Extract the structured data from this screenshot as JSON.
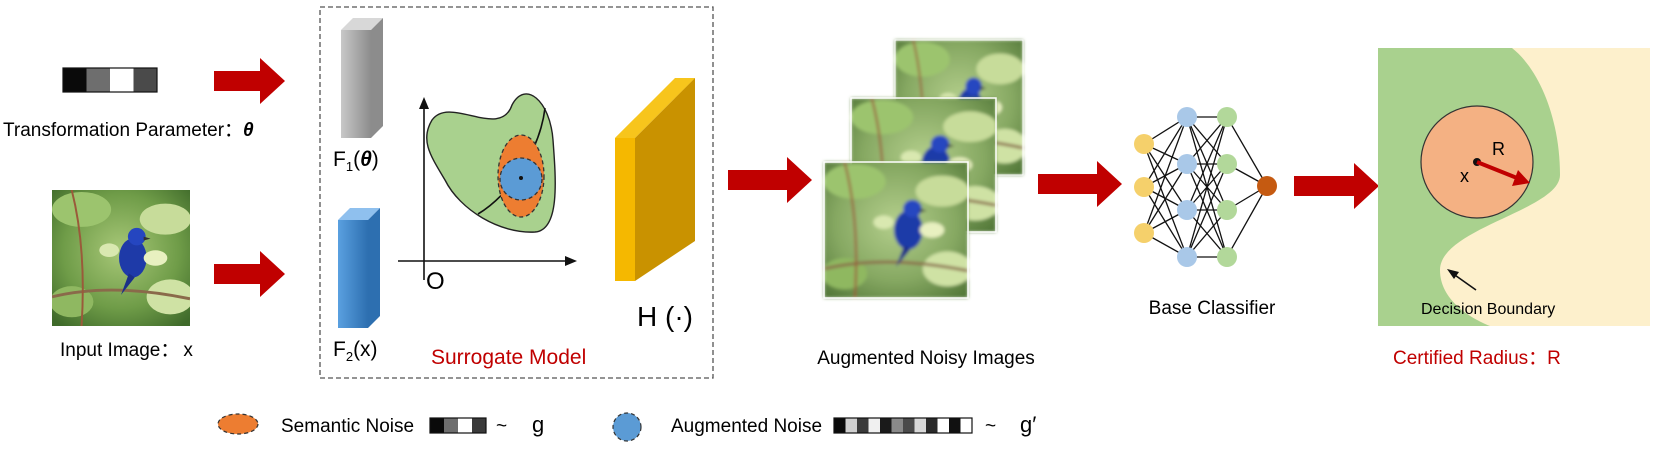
{
  "colors": {
    "arrow": "#c00000",
    "surrogate_label": "#c00000",
    "certified_label": "#c00000",
    "region_green": "#a9d18e",
    "region_cream": "#fdf0cc",
    "semantic_noise": "#ed7d31",
    "augmented_noise": "#5b9bd5",
    "feature_f1": "#a6a6a6",
    "feature_f2": "#3f86cd",
    "feature_h": "#f0b000",
    "node_yellow": "#f5d06b",
    "node_blue": "#a9c8e8",
    "node_green": "#b2d89a",
    "node_orange": "#c55a11",
    "circle_fill": "#f4b183"
  },
  "icons": [
    "right-arrow-icon",
    "bird-photo",
    "neural-network-icon",
    "semantic-noise-ellipse-icon",
    "augmented-noise-circle-icon"
  ],
  "inputs": {
    "transformation_label": "Transformation Parameter：",
    "theta_symbol": "θ",
    "input_label": "Input Image：",
    "input_symbol": "x",
    "param_strip": [
      "#0a0a0a",
      "#6e6e6e",
      "#ffffff",
      "#4a4a4a"
    ]
  },
  "surrogate": {
    "title": "Surrogate Model",
    "f1_label": "F",
    "f1_sub": "1",
    "f1_arg_open": "(",
    "f1_arg": "θ",
    "f1_arg_close": ")",
    "f2_label": "F",
    "f2_sub": "2",
    "f2_arg": "(x)",
    "origin_label": "O",
    "h_label": "H (·)"
  },
  "augmented": {
    "title": "Augmented Noisy Images"
  },
  "classifier": {
    "title": "Base Classifier"
  },
  "certified": {
    "radius_label": "R",
    "center_label": "x",
    "boundary_label": "Decision Boundary",
    "title": "Certified Radius：R"
  },
  "legend": {
    "semantic_label": "Semantic Noise",
    "semantic_strip": [
      "#0a0a0a",
      "#6e6e6e",
      "#ffffff",
      "#3a3a3a"
    ],
    "semantic_tilde": "~",
    "semantic_dist": "g",
    "augmented_label": "Augmented Noise",
    "augmented_strip": [
      "#0a0a0a",
      "#cfcfcf",
      "#3a3a3a",
      "#f0f0f0",
      "#1a1a1a",
      "#8a8a8a",
      "#4a4a4a",
      "#d8d8d8",
      "#2a2a2a",
      "#ffffff",
      "#111111",
      "#ffffff"
    ],
    "augmented_tilde": "~",
    "augmented_dist": "g′"
  }
}
